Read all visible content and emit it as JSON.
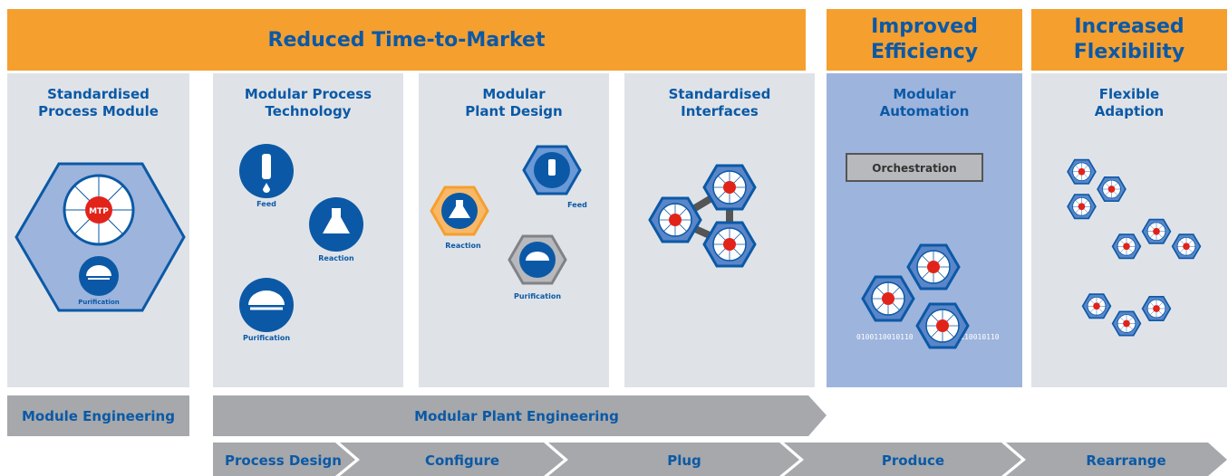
{
  "banners": {
    "time_to_market": "Reduced Time-to-Market",
    "efficiency": "Improved\nEfficiency",
    "flexibility": "Increased\nFlexibility"
  },
  "columns": [
    {
      "title": "Standardised\nProcess Module"
    },
    {
      "title": "Modular Process\nTechnology"
    },
    {
      "title": "Modular\nPlant Design"
    },
    {
      "title": "Standardised\nInterfaces"
    },
    {
      "title": "Modular\nAutomation"
    },
    {
      "title": "Flexible\nAdaption"
    }
  ],
  "icons": {
    "mtp": "MTP",
    "feed": "Feed",
    "reaction": "Reaction",
    "purification": "Purification",
    "orchestration": "Orchestration",
    "binary": "0100110010110"
  },
  "bars": {
    "module_engineering": "Module Engineering",
    "modular_plant_engineering": "Modular Plant Engineering"
  },
  "phases": [
    "Process Design",
    "Configure",
    "Plug",
    "Produce",
    "Rearrange"
  ],
  "colors": {
    "orange": "#f59f2f",
    "blue": "#0b59a6",
    "grey": "#a6a8ab",
    "panel": "#dfe3e8",
    "automation": "#9db4dd",
    "red": "#e2231a"
  }
}
